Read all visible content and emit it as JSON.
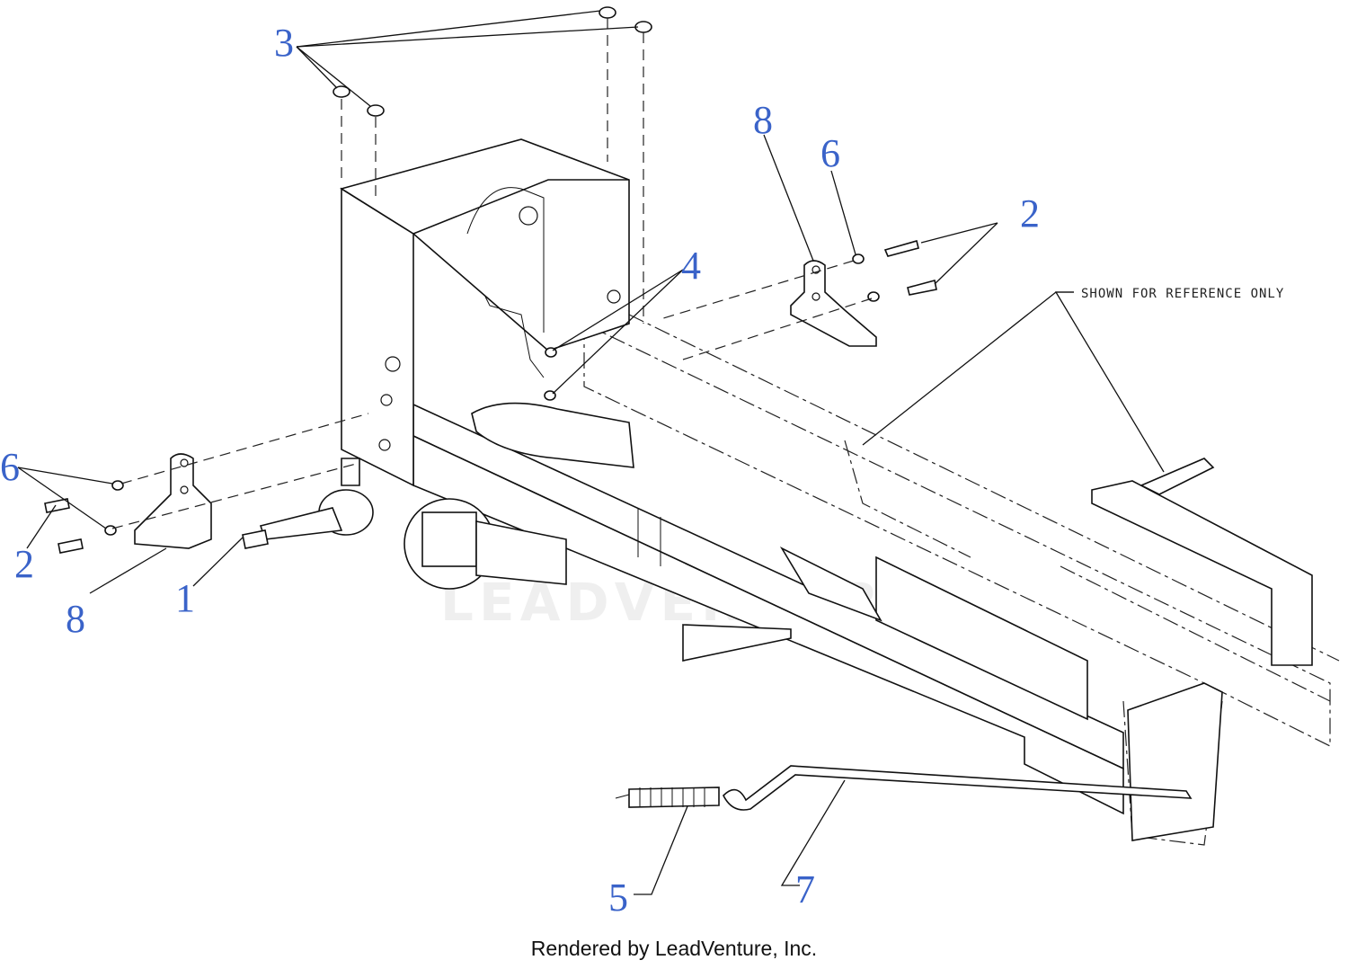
{
  "callouts": {
    "c1": "1",
    "c2_left": "2",
    "c2_right": "2",
    "c3": "3",
    "c4": "4",
    "c5": "5",
    "c6_left": "6",
    "c6_right": "6",
    "c7": "7",
    "c8_left": "8",
    "c8_right": "8"
  },
  "reference_note": "SHOWN FOR REFERENCE ONLY",
  "watermark": "LEADVENTURE",
  "footer": "Rendered by LeadVenture, Inc.",
  "colors": {
    "callout": "#3a63c9",
    "line": "#111111",
    "background": "#ffffff"
  }
}
